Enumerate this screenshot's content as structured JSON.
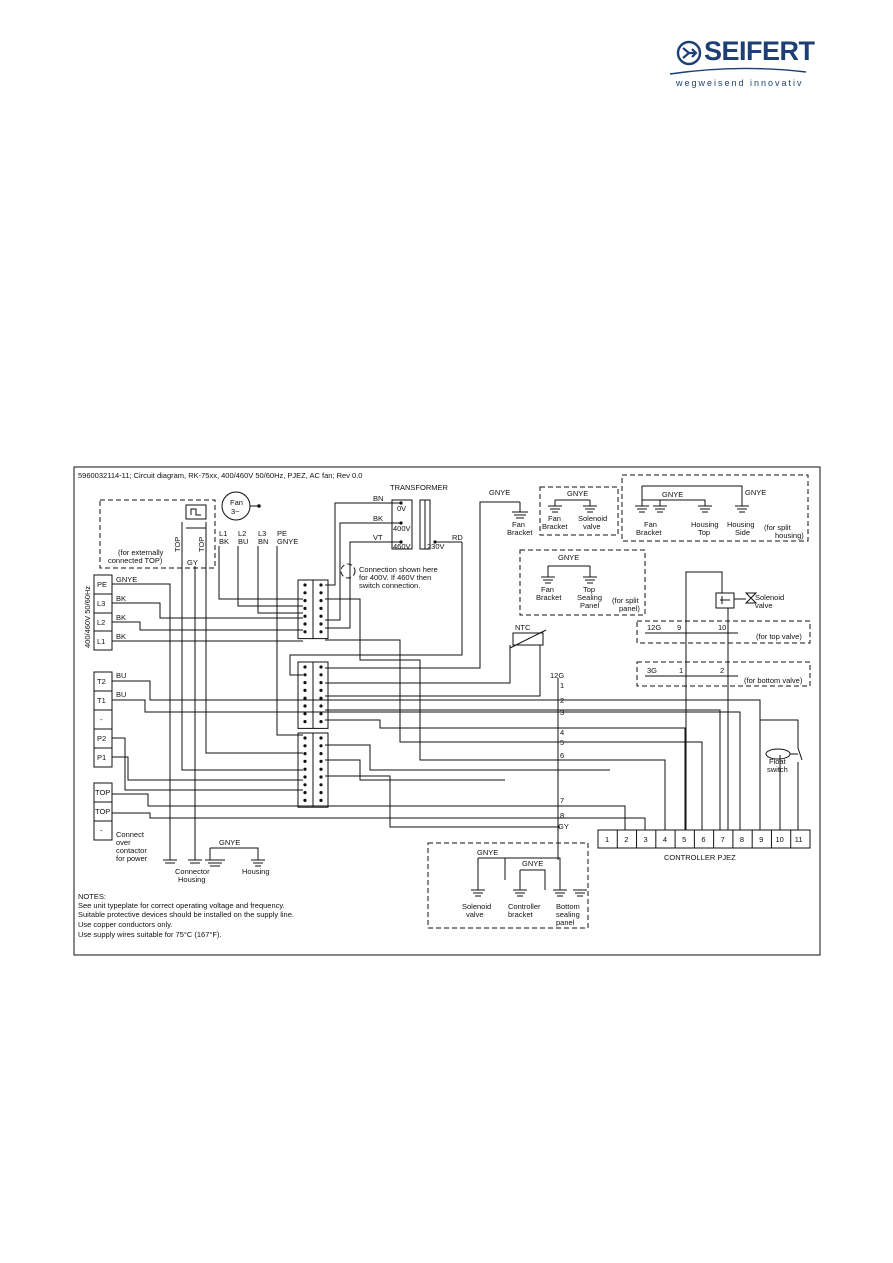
{
  "brand": {
    "name": "SEIFERT",
    "tagline": "wegweisend innovativ",
    "color": "#1d3f73"
  },
  "diagram": {
    "title": "5960032114-11; Circuit diagram, RK-75xx, 400/460V 50/60Hz, PJEZ, AC fan; Rev 0.0",
    "supply_label": "400/460V 50/60Hz",
    "supply_terminals": [
      "PE",
      "L3",
      "L2",
      "L1"
    ],
    "supply_wires": [
      "GNYE",
      "BK",
      "BK",
      "BK"
    ],
    "signal_terminals": [
      "T2",
      "T1",
      "-",
      "P2",
      "P1"
    ],
    "signal_wires": [
      "BU",
      "BU"
    ],
    "top_terminals": [
      "TOP",
      "TOP",
      "-"
    ],
    "connect_note": [
      "Connect",
      "over",
      "contactor",
      "for power"
    ],
    "top_box": {
      "label_top_left": "TOP",
      "label_top_right": "TOP",
      "gy": "GY",
      "note": [
        "(for externally",
        "connected TOP)"
      ]
    },
    "fan": {
      "label": "Fan",
      "sub": "3~",
      "leads": [
        "L1",
        "L2",
        "L3",
        "PE"
      ],
      "colors": [
        "BK",
        "BU",
        "BN",
        "GNYE"
      ]
    },
    "transformer": {
      "title": "TRANSFORMER",
      "wires": [
        "BN",
        "BK",
        "VT"
      ],
      "taps": [
        "0V",
        "400V",
        "460V"
      ],
      "out": "230V",
      "rd": "RD"
    },
    "connection_note": [
      "Connection shown here",
      "for 400V. If 460V then",
      "switch connection."
    ],
    "grounds": {
      "fan_bracket_gnye": "GNYE",
      "fan_bracket": [
        "Fan",
        "Bracket"
      ],
      "box1_gnye": "GNYE",
      "box1_items": [
        [
          "Fan",
          "Bracket"
        ],
        [
          "Solenoid",
          "valve"
        ]
      ],
      "box2_gnye": [
        "GNYE",
        "GNYE"
      ],
      "box2_items": [
        [
          "Fan",
          "Bracket"
        ],
        [
          "Housing",
          "Top"
        ],
        [
          "Housing",
          "Side"
        ]
      ],
      "box2_note": [
        "(for split",
        "housing)"
      ],
      "box3_gnye": "GNYE",
      "box3_items": [
        [
          "Fan",
          "Bracket"
        ],
        [
          "Top",
          "Sealing",
          "Panel"
        ]
      ],
      "box3_note": [
        "(for split",
        "panel)"
      ],
      "connector_gnye": "GNYE",
      "connector": [
        "Connector",
        "Housing"
      ],
      "housing": "Housing",
      "box4_gnye": [
        "GNYE",
        "GNYE"
      ],
      "box4_items": [
        [
          "Solenoid",
          "valve"
        ],
        [
          "Controller",
          "bracket"
        ],
        [
          "Bottom",
          "sealing",
          "panel"
        ]
      ]
    },
    "ntc": "NTC",
    "solenoid": [
      "Solenoid",
      "valve"
    ],
    "top_valve": {
      "a": "12G",
      "b": "9",
      "c": "10",
      "note": "(for top valve)"
    },
    "bottom_valve": {
      "a": "3G",
      "b": "1",
      "c": "2",
      "note": "(for bottom valve)"
    },
    "bus_labels": [
      "12G",
      "1",
      "2",
      "3",
      "4",
      "5",
      "6",
      "7",
      "8",
      "GY"
    ],
    "float_switch": [
      "Float",
      "switch"
    ],
    "controller": {
      "label": "CONTROLLER PJEZ",
      "terminals": [
        "1",
        "2",
        "3",
        "4",
        "5",
        "6",
        "7",
        "8",
        "9",
        "10",
        "11"
      ]
    },
    "notes": [
      "NOTES:",
      "See unit typeplate for correct operating voltage and frequency.",
      "Suitable protective devices should be installed on the supply line.",
      "Use copper conductors only.",
      "Use supply wires suitable for 75°C (167°F)."
    ]
  }
}
